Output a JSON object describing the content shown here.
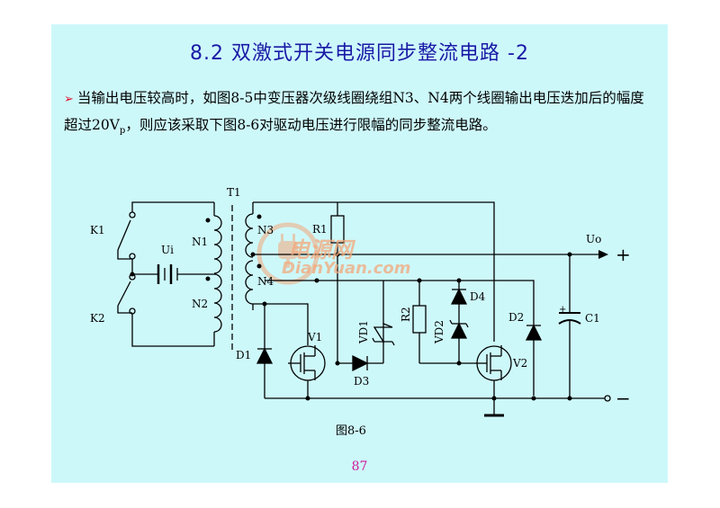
{
  "slide": {
    "title": "8.2  双激式开关电源同步整流电路 -2",
    "paragraph": {
      "bullet": "➢",
      "text_before_sub": "当输出电压较高时，如图8-5中变压器次级线圈绕组N3、N4两个线圈输出电压迭加后的幅度超过20V",
      "subscript": "p",
      "text_after_sub": "，则应该采取下图8-6对驱动电压进行限幅的同步整流电路。"
    },
    "caption": "图8-6",
    "page_number": "87"
  },
  "watermark": {
    "text_cn": "电源网",
    "text_en": "DianYuan.com"
  },
  "circuit_labels": {
    "t1": "T1",
    "k1": "K1",
    "k2": "K2",
    "ui": "Ui",
    "n1": "N1",
    "n2": "N2",
    "n3": "N3",
    "n4": "N4",
    "r1": "R1",
    "r2": "R2",
    "vd1": "VD1",
    "vd2": "VD2",
    "v1": "V1",
    "v2": "V2",
    "d1": "D1",
    "d2": "D2",
    "d3": "D3",
    "d4": "D4",
    "c1": "C1",
    "uo": "Uo",
    "plus": "+",
    "minus": "−",
    "cap_plus": "+"
  },
  "colors": {
    "slide_background": "#cdf8fa",
    "title": "#1a1aa6",
    "bullet": "#e0102a",
    "page_number": "#d0189a",
    "watermark": "#f3a87a"
  }
}
